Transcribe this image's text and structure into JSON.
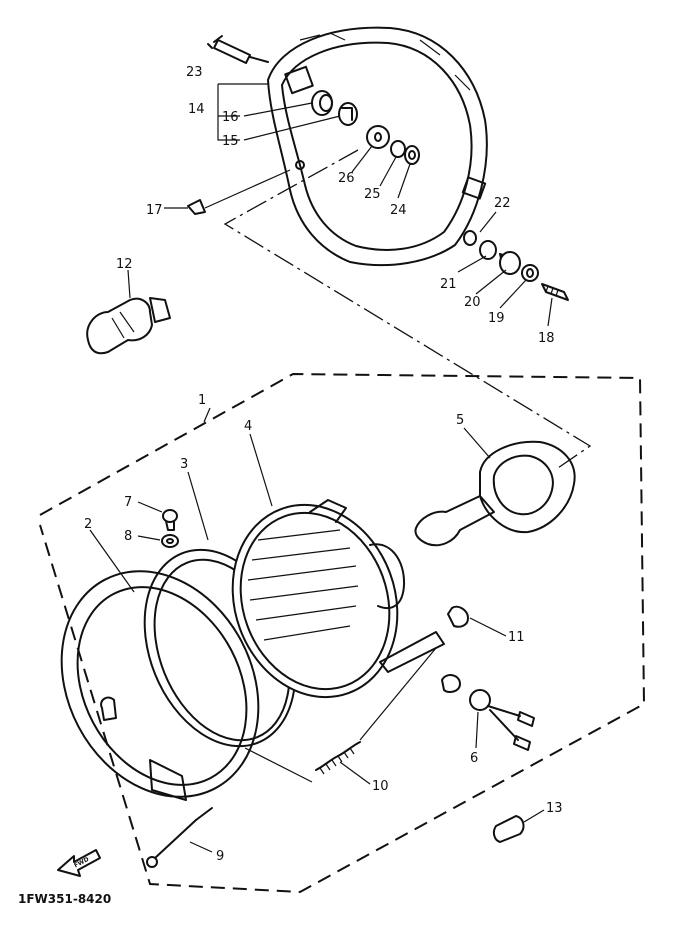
{
  "diagram": {
    "part_code": "1FW351-8420",
    "fwd_label": "FWD",
    "callouts": {
      "c1": "1",
      "c2": "2",
      "c3": "3",
      "c4": "4",
      "c5": "5",
      "c6": "6",
      "c7": "7",
      "c8": "8",
      "c9": "9",
      "c10": "10",
      "c11": "11",
      "c12": "12",
      "c13": "13",
      "c14": "14",
      "c15": "15",
      "c16": "16",
      "c17": "17",
      "c18": "18",
      "c19": "19",
      "c20": "20",
      "c21": "21",
      "c22": "22",
      "c23": "23",
      "c24": "24",
      "c25": "25",
      "c26": "26"
    }
  }
}
